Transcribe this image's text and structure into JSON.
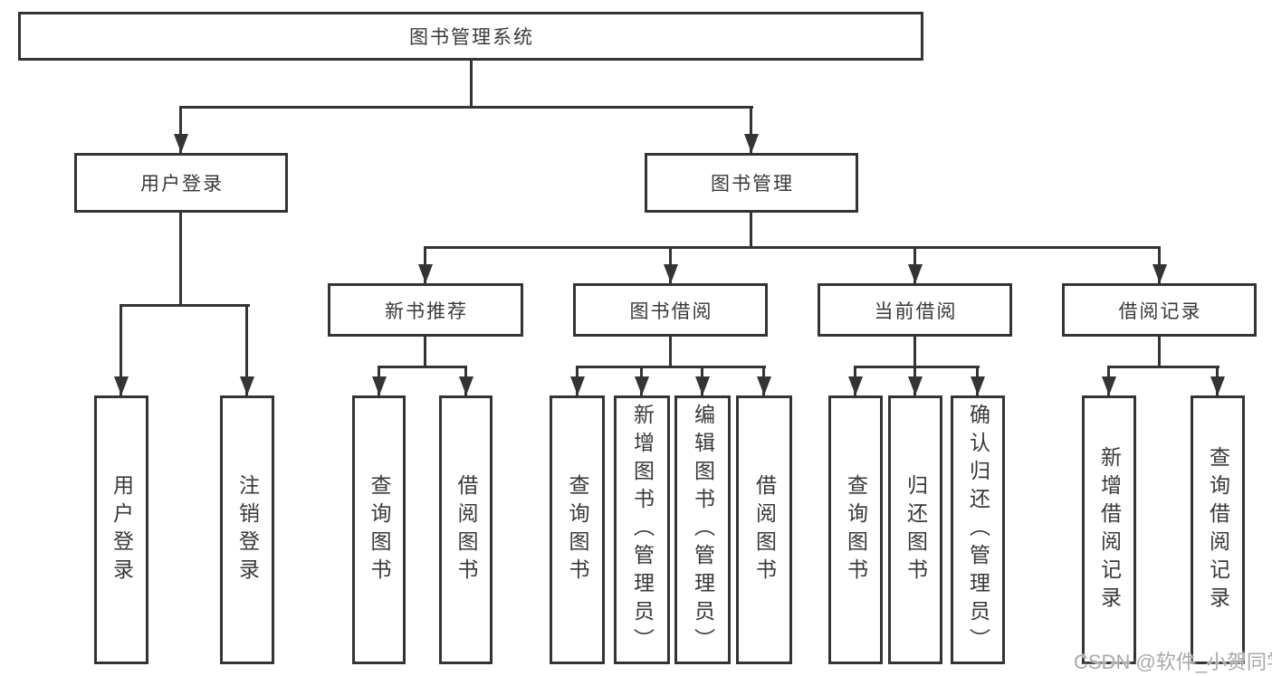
{
  "diagram": {
    "root": {
      "label": "图书管理系统"
    },
    "branches": [
      {
        "label": "用户登录",
        "children": [
          {
            "label": "用户登录"
          },
          {
            "label": "注销登录"
          }
        ]
      },
      {
        "label": "图书管理",
        "children": [
          {
            "label": "新书推荐",
            "children": [
              {
                "label": "查询图书"
              },
              {
                "label": "借阅图书"
              }
            ]
          },
          {
            "label": "图书借阅",
            "children": [
              {
                "label": "查询图书"
              },
              {
                "label": "新增图书（管理员）"
              },
              {
                "label": "编辑图书（管理员）"
              },
              {
                "label": "借阅图书"
              }
            ]
          },
          {
            "label": "当前借阅",
            "children": [
              {
                "label": "查询图书"
              },
              {
                "label": "归还图书"
              },
              {
                "label": "确认归还（管理员）"
              }
            ]
          },
          {
            "label": "借阅记录",
            "children": [
              {
                "label": "新增借阅记录"
              },
              {
                "label": "查询借阅记录"
              }
            ]
          }
        ]
      }
    ]
  },
  "watermark": {
    "text": "CSDN @软件_小贺同学"
  },
  "colors": {
    "line": "#343434",
    "text": "#383838",
    "watermark": "#a9a9a9",
    "background": "#ffffff"
  }
}
